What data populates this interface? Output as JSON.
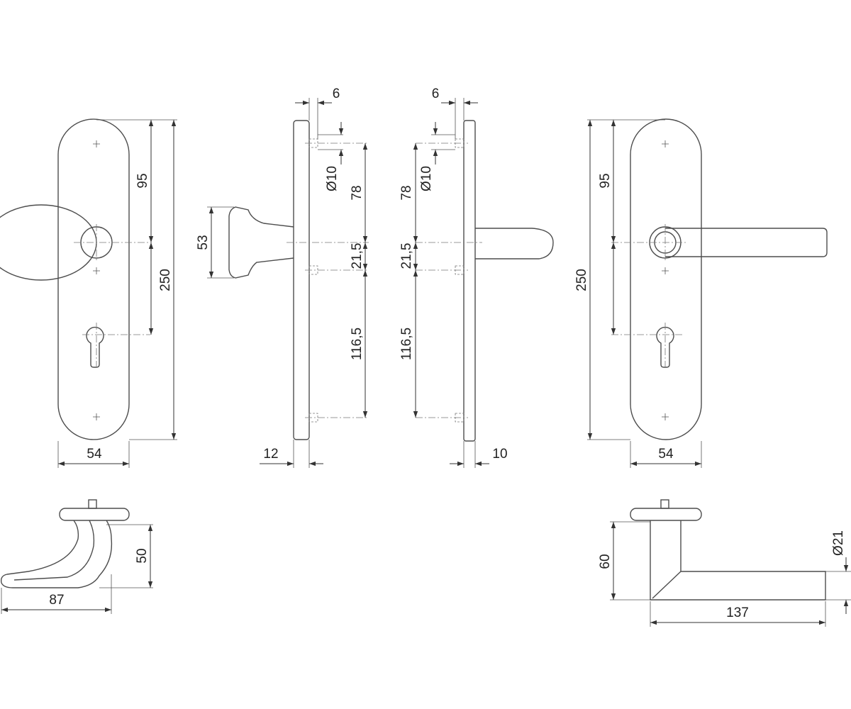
{
  "view_front_knob": {
    "dim_plate_width": "54",
    "dim_upper_spacing": "95",
    "dim_plate_height": "250"
  },
  "view_side_knob": {
    "dim_pin_width": "6",
    "dim_pin_diameter": "Ø10",
    "dim_top_hole": "78",
    "dim_middle_hole": "21,5",
    "dim_lower_hole": "116,5",
    "dim_knob_height": "53",
    "dim_plate_thickness": "12"
  },
  "view_side_lever": {
    "dim_pin_width": "6",
    "dim_pin_diameter": "Ø10",
    "dim_top_hole": "78",
    "dim_middle_hole": "21,5",
    "dim_lower_hole": "116,5",
    "dim_plate_thickness": "10"
  },
  "view_front_lever": {
    "dim_plate_width": "54",
    "dim_upper_spacing": "95",
    "dim_plate_height": "250"
  },
  "view_top_knob": {
    "dim_depth": "50",
    "dim_length": "87"
  },
  "view_top_lever": {
    "dim_depth": "60",
    "dim_grip_diameter": "Ø21",
    "dim_length": "137"
  },
  "colors": {
    "line": "#4d4d4d",
    "text": "#222222",
    "background": "#ffffff"
  }
}
